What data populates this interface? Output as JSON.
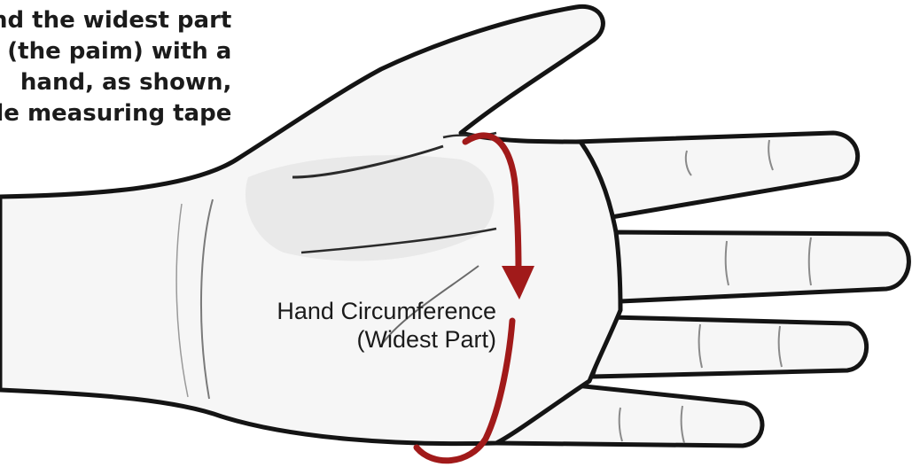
{
  "instructions": {
    "lines": [
      "nd the widest part",
      "(the paim) with a",
      "hand, as shown,",
      "le measuring tape"
    ]
  },
  "callout": {
    "line1": "Hand Circumference",
    "line2": "(Widest Part)"
  },
  "colors": {
    "outline": "#141414",
    "skin": "#f6f6f6",
    "shade": "#dcdcdc",
    "tape": "#a11a1a",
    "text": "#1b1b1b"
  },
  "icons": {
    "hand": "open-palm-illustration",
    "tape": "measuring-tape-loop",
    "arrow": "arrow-down-head"
  }
}
